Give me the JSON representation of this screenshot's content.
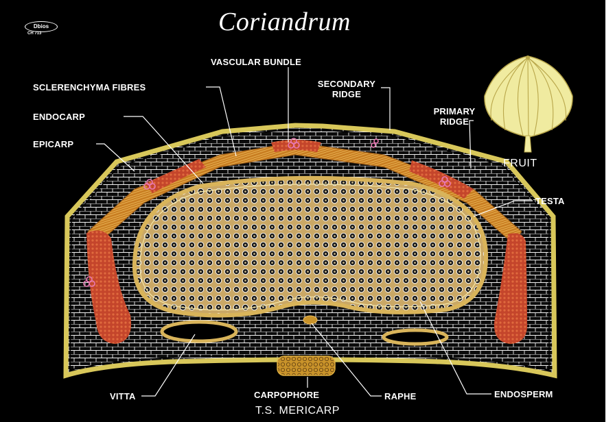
{
  "header": {
    "title": "Coriandrum",
    "logo_text": "Dbios",
    "logo_code": "CH 713"
  },
  "labels": {
    "vascular_bundle": "VASCULAR BUNDLE",
    "sclerenchyma_fibres": "SCLERENCHYMA FIBRES",
    "secondary_ridge_1": "SECONDARY",
    "secondary_ridge_2": "RIDGE",
    "endocarp": "ENDOCARP",
    "primary_ridge_1": "PRIMARY",
    "primary_ridge_2": "RIDGE",
    "epicarp": "EPICARP",
    "testa": "TESTA",
    "vitta": "VITTA",
    "carpophore": "CARPOPHORE",
    "raphe": "RAPHE",
    "endosperm": "ENDOSPERM",
    "fruit": "FRUIT"
  },
  "caption": "T.S. MERICARP",
  "colors": {
    "background": "#000000",
    "epicarp_yellow": "#d8c75a",
    "fibre_orange": "#d28a2a",
    "vitta_red": "#c8452a",
    "cell_wall": "#ffffff",
    "bundle_pink": "#e879b4",
    "fruit_fill": "#f0eba0"
  }
}
